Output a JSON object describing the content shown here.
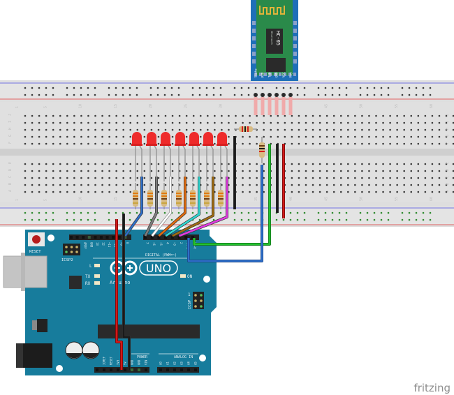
{
  "title": "Arduino UNO + HC-05 Bluetooth 7-LED breadboard circuit",
  "watermark": "fritzing",
  "bluetooth_module": {
    "name": "HC-05",
    "subtitle": "Bluetooth",
    "pins": [
      "State",
      "RXD",
      "TXD",
      "GND",
      "VCC",
      "Key"
    ],
    "color": "#1f6fb8"
  },
  "breadboard": {
    "row_labels_top": [
      "J",
      "I",
      "H",
      "G",
      "F"
    ],
    "row_labels_bottom": [
      "E",
      "D",
      "C",
      "B",
      "A"
    ],
    "column_numbers": [
      "1",
      "5",
      "10",
      "15",
      "20",
      "25",
      "30",
      "35",
      "40",
      "45",
      "50",
      "55",
      "60"
    ]
  },
  "leds": {
    "count": 7,
    "color": "#ee2b2b",
    "wire_colors": [
      "#2f6fc9",
      "#7d7d7d",
      "#ffffff",
      "#e06a0e",
      "#2fd6d0",
      "#a06c12",
      "#e03ce0"
    ]
  },
  "arduino": {
    "board_name": "UNO",
    "brand": "Arduino",
    "reset_label": "RESET",
    "icsp2_label": "ICSP2",
    "icsp_label": "ICSP",
    "digital_label": "DIGITAL (PWM=~)",
    "power_label": "POWER",
    "analog_label": "ANALOG IN",
    "led_labels": [
      "L",
      "TX",
      "RX",
      "ON"
    ],
    "digital_pins": [
      "AREF",
      "GND",
      "13",
      "12",
      "~11",
      "~10",
      "~9",
      "8",
      "7",
      "~6",
      "~5",
      "4",
      "~3",
      "2",
      "TX→1",
      "RX←0"
    ],
    "power_pins": [
      "IOREF",
      "RESET",
      "3V3",
      "5V",
      "GND",
      "GND",
      "VIN"
    ],
    "analog_pins": [
      "A0",
      "A1",
      "A2",
      "A3",
      "A4",
      "A5"
    ],
    "icsp_pin1": "1",
    "board_color": "#177c9c"
  },
  "wires": {
    "power_5v": "#d11a1a",
    "ground": "#1a1a1a",
    "rx_link": "#22c22e",
    "tx_link": "#2f6fc9"
  }
}
